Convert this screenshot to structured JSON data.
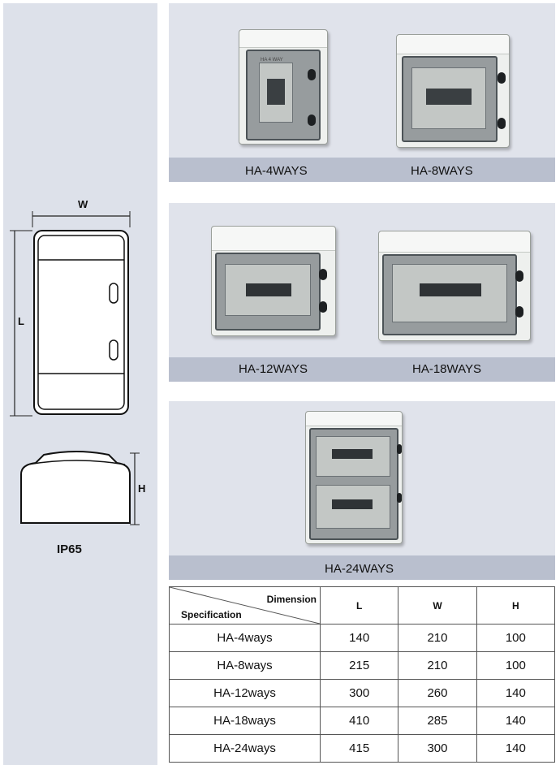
{
  "drawing": {
    "width_label": "W",
    "length_label": "L",
    "height_label": "H",
    "rating": "IP65"
  },
  "products": {
    "p1": "HA-4WAYS",
    "p2": "HA-8WAYS",
    "p3": "HA-12WAYS",
    "p4": "HA-18WAYS",
    "p5": "HA-24WAYS",
    "p1_lid_text": "HA 4 WAY"
  },
  "table": {
    "header_dimension": "Dimension",
    "header_specification": "Specification",
    "columns": [
      "L",
      "W",
      "H"
    ],
    "rows": [
      {
        "spec": "HA-4ways",
        "L": "140",
        "W": "210",
        "H": "100"
      },
      {
        "spec": "HA-8ways",
        "L": "215",
        "W": "210",
        "H": "100"
      },
      {
        "spec": "HA-12ways",
        "L": "300",
        "W": "260",
        "H": "140"
      },
      {
        "spec": "HA-18ways",
        "L": "410",
        "W": "285",
        "H": "140"
      },
      {
        "spec": "HA-24ways",
        "L": "415",
        "W": "300",
        "H": "140"
      }
    ]
  }
}
